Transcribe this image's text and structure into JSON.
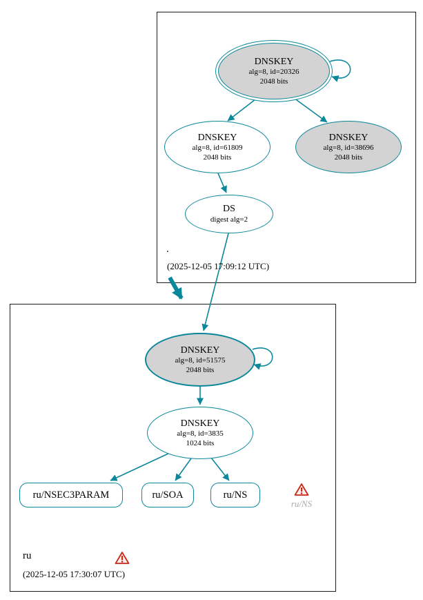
{
  "colors": {
    "edge_teal": "#0a879a",
    "node_gray_fill": "#d3d3d3",
    "box_border": "#1a1a1a",
    "warning_red": "#c62817",
    "warning_label_gray": "#a9a9a9"
  },
  "zones": {
    "root": {
      "name": ".",
      "timestamp": "(2025-12-05 17:09:12 UTC)",
      "nodes": {
        "ksk": {
          "title": "DNSKEY",
          "detail1": "alg=8, id=20326",
          "detail2": "2048 bits"
        },
        "zsk": {
          "title": "DNSKEY",
          "detail1": "alg=8, id=61809",
          "detail2": "2048 bits"
        },
        "other": {
          "title": "DNSKEY",
          "detail1": "alg=8, id=38696",
          "detail2": "2048 bits"
        },
        "ds": {
          "title": "DS",
          "detail1": "digest alg=2"
        }
      }
    },
    "ru": {
      "name": "ru",
      "timestamp": "(2025-12-05 17:30:07 UTC)",
      "nodes": {
        "ksk": {
          "title": "DNSKEY",
          "detail1": "alg=8, id=51575",
          "detail2": "2048 bits"
        },
        "zsk": {
          "title": "DNSKEY",
          "detail1": "alg=8, id=3835",
          "detail2": "1024 bits"
        },
        "rrsets": [
          {
            "label": "ru/NSEC3PARAM"
          },
          {
            "label": "ru/SOA"
          },
          {
            "label": "ru/NS"
          }
        ],
        "warning_rrset_label": "ru/NS"
      }
    }
  },
  "icons": {
    "warning": "exclamation-triangle"
  }
}
